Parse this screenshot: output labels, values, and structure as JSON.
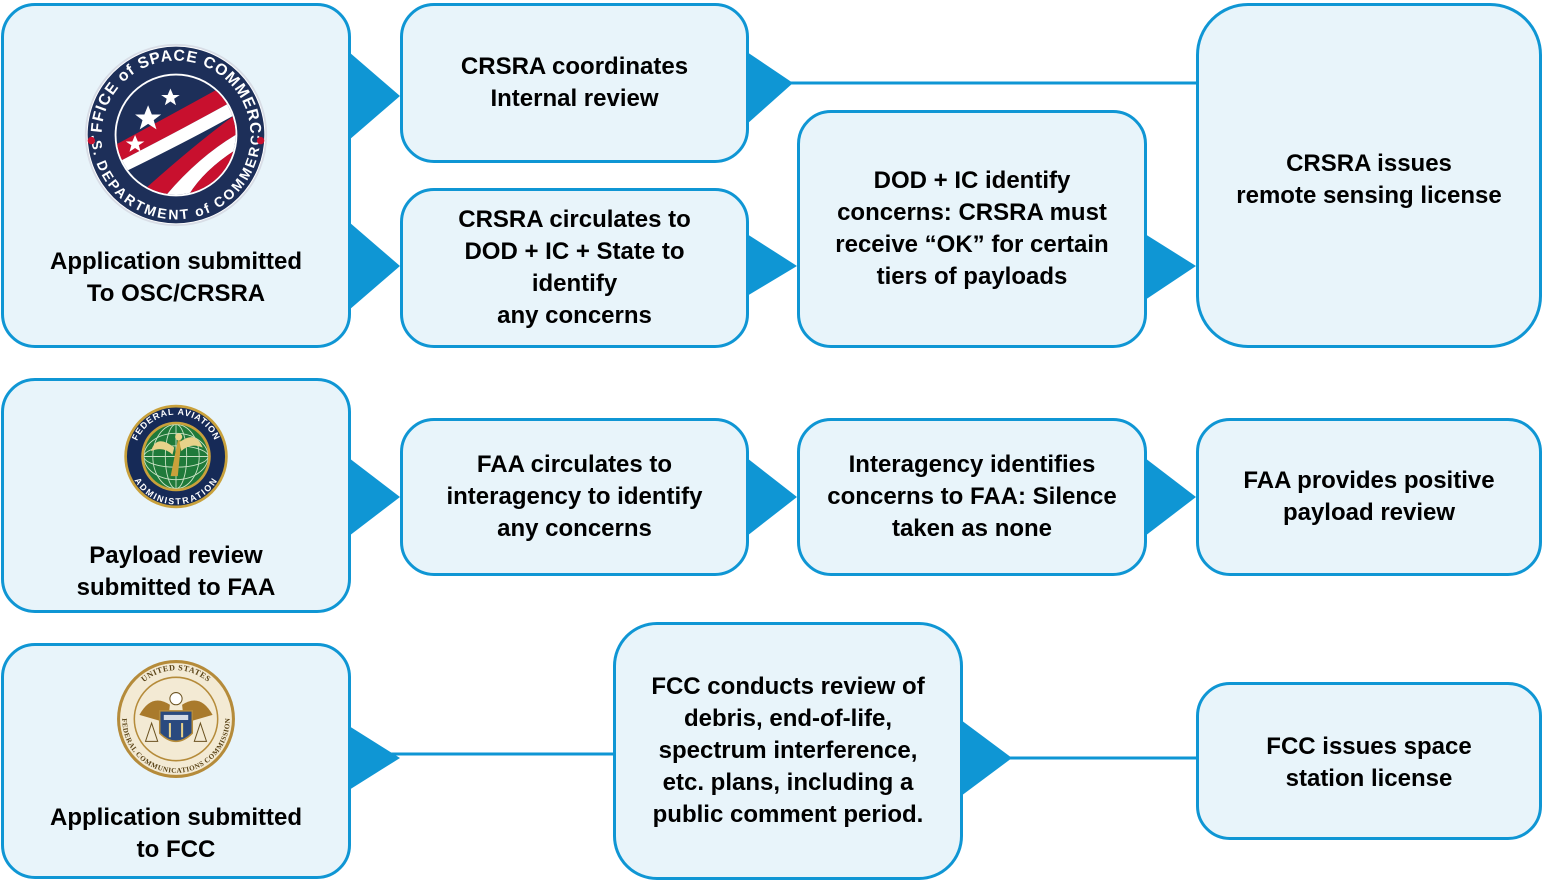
{
  "colors": {
    "box_fill": "#e8f4fa",
    "box_border": "#0f96d4",
    "arrow": "#0f96d4",
    "line": "#0f96d4",
    "text": "#000000"
  },
  "rows": {
    "osc": {
      "logo": {
        "icon": "office-of-space-commerce-seal-icon",
        "ring_top": "OFFICE of SPACE COMMERCE",
        "ring_bottom": "U.S. DEPARTMENT of COMMERCE"
      },
      "start": "Application submitted\nTo OSC/CRSRA",
      "internal_review": "CRSRA coordinates\nInternal review",
      "circulate": "CRSRA circulates to\nDOD + IC + State to\nidentify\nany concerns",
      "concerns": "DOD + IC identify\nconcerns: CRSRA must\nreceive “OK” for certain\ntiers of payloads",
      "result": "CRSRA issues\nremote sensing license"
    },
    "faa": {
      "logo": {
        "icon": "federal-aviation-administration-seal-icon",
        "ring_top": "FEDERAL AVIATION",
        "ring_bottom": "ADMINISTRATION"
      },
      "start": "Payload review\nsubmitted to FAA",
      "circulate": "FAA circulates to\ninteragency to identify\nany concerns",
      "concerns": "Interagency identifies\nconcerns to FAA: Silence\ntaken as none",
      "result": "FAA provides positive\npayload review"
    },
    "fcc": {
      "logo": {
        "icon": "federal-communications-commission-seal-icon",
        "ring_top": "UNITED STATES",
        "ring_bottom": "FEDERAL COMMUNICATIONS COMMISSION"
      },
      "start": "Application submitted\nto FCC",
      "review": "FCC conducts review of\ndebris, end-of-life,\nspectrum interference,\netc. plans, including a\npublic comment period.",
      "result": "FCC issues space\nstation license"
    }
  }
}
